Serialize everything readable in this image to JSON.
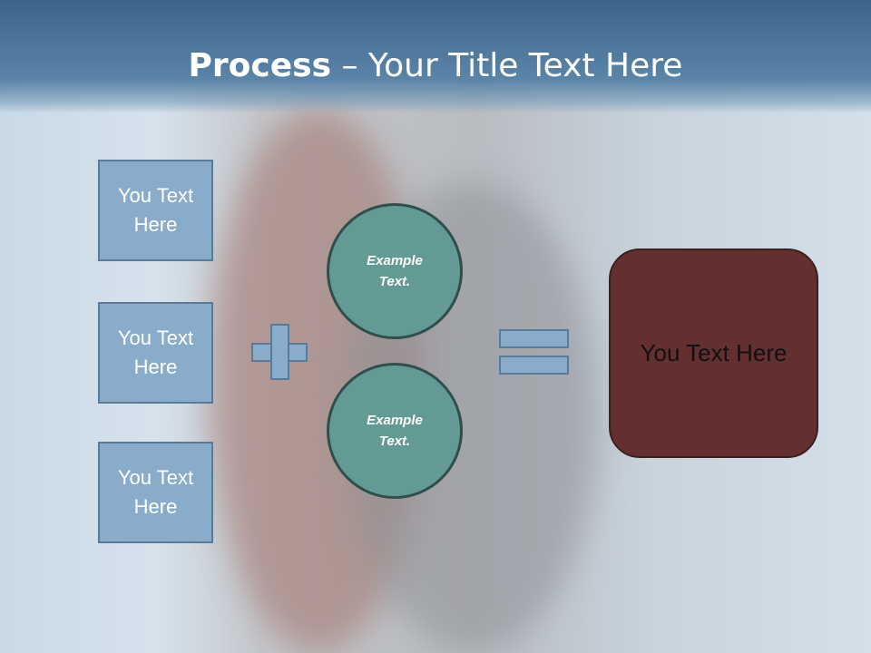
{
  "title": {
    "bold": "Process",
    "rest": " – Your Title Text Here"
  },
  "inputs": [
    "You Text Here",
    "You Text Here",
    "You Text Here"
  ],
  "circles": [
    "Example Text.",
    "Example Text."
  ],
  "result": "You Text Here",
  "colors": {
    "box": "#8aaccb",
    "circle": "#649a96",
    "result": "#642f2f",
    "header": "#3c6488"
  }
}
